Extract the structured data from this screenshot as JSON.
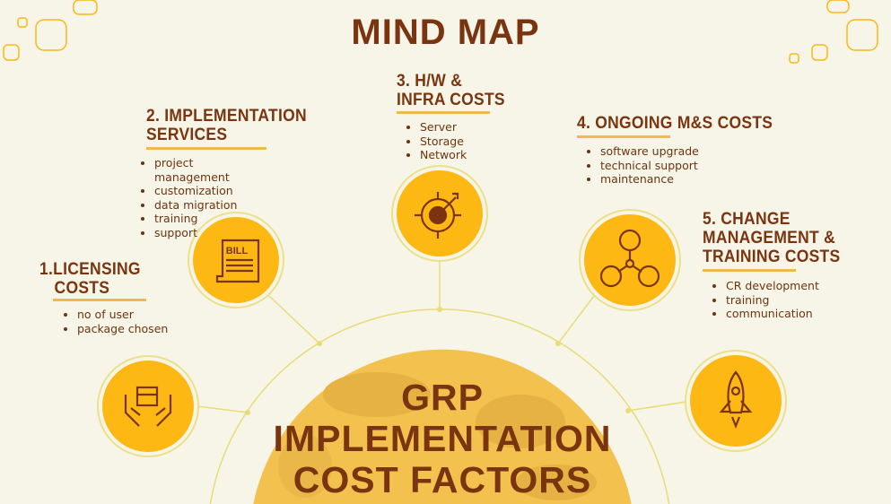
{
  "title": "MIND MAP",
  "center": {
    "line1": "GRP",
    "line2": "IMPLEMENTATION",
    "line3": "COST FACTORS"
  },
  "colors": {
    "background": "#f6f5e8",
    "brown": "#7a3510",
    "yellow": "#fdb813",
    "accent": "#f0b94a",
    "line": "#e8dc78"
  },
  "nodes": [
    {
      "heading1": "1.LICENSING",
      "heading2": "COSTS",
      "items": [
        "no of user",
        "package chosen"
      ],
      "icon": "box-in-hands-icon"
    },
    {
      "heading1": "2. IMPLEMENTATION",
      "heading2": "SERVICES",
      "items": [
        "project management",
        "customization",
        "data migration",
        "training",
        "support"
      ],
      "icon": "bill-icon",
      "icon_text": "BILL"
    },
    {
      "heading1": "3. H/W &",
      "heading2": "INFRA COSTS",
      "items": [
        "Server",
        "Storage",
        "Network"
      ],
      "icon": "target-icon"
    },
    {
      "heading1": "4. ONGOING M&S COSTS",
      "items": [
        "software upgrade",
        "technical support",
        "maintenance"
      ],
      "icon": "people-network-icon"
    },
    {
      "heading1": "5. CHANGE",
      "heading2": "MANAGEMENT &",
      "heading3": "TRAINING COSTS",
      "items": [
        "CR development",
        "training",
        "communication"
      ],
      "icon": "rocket-icon"
    }
  ]
}
